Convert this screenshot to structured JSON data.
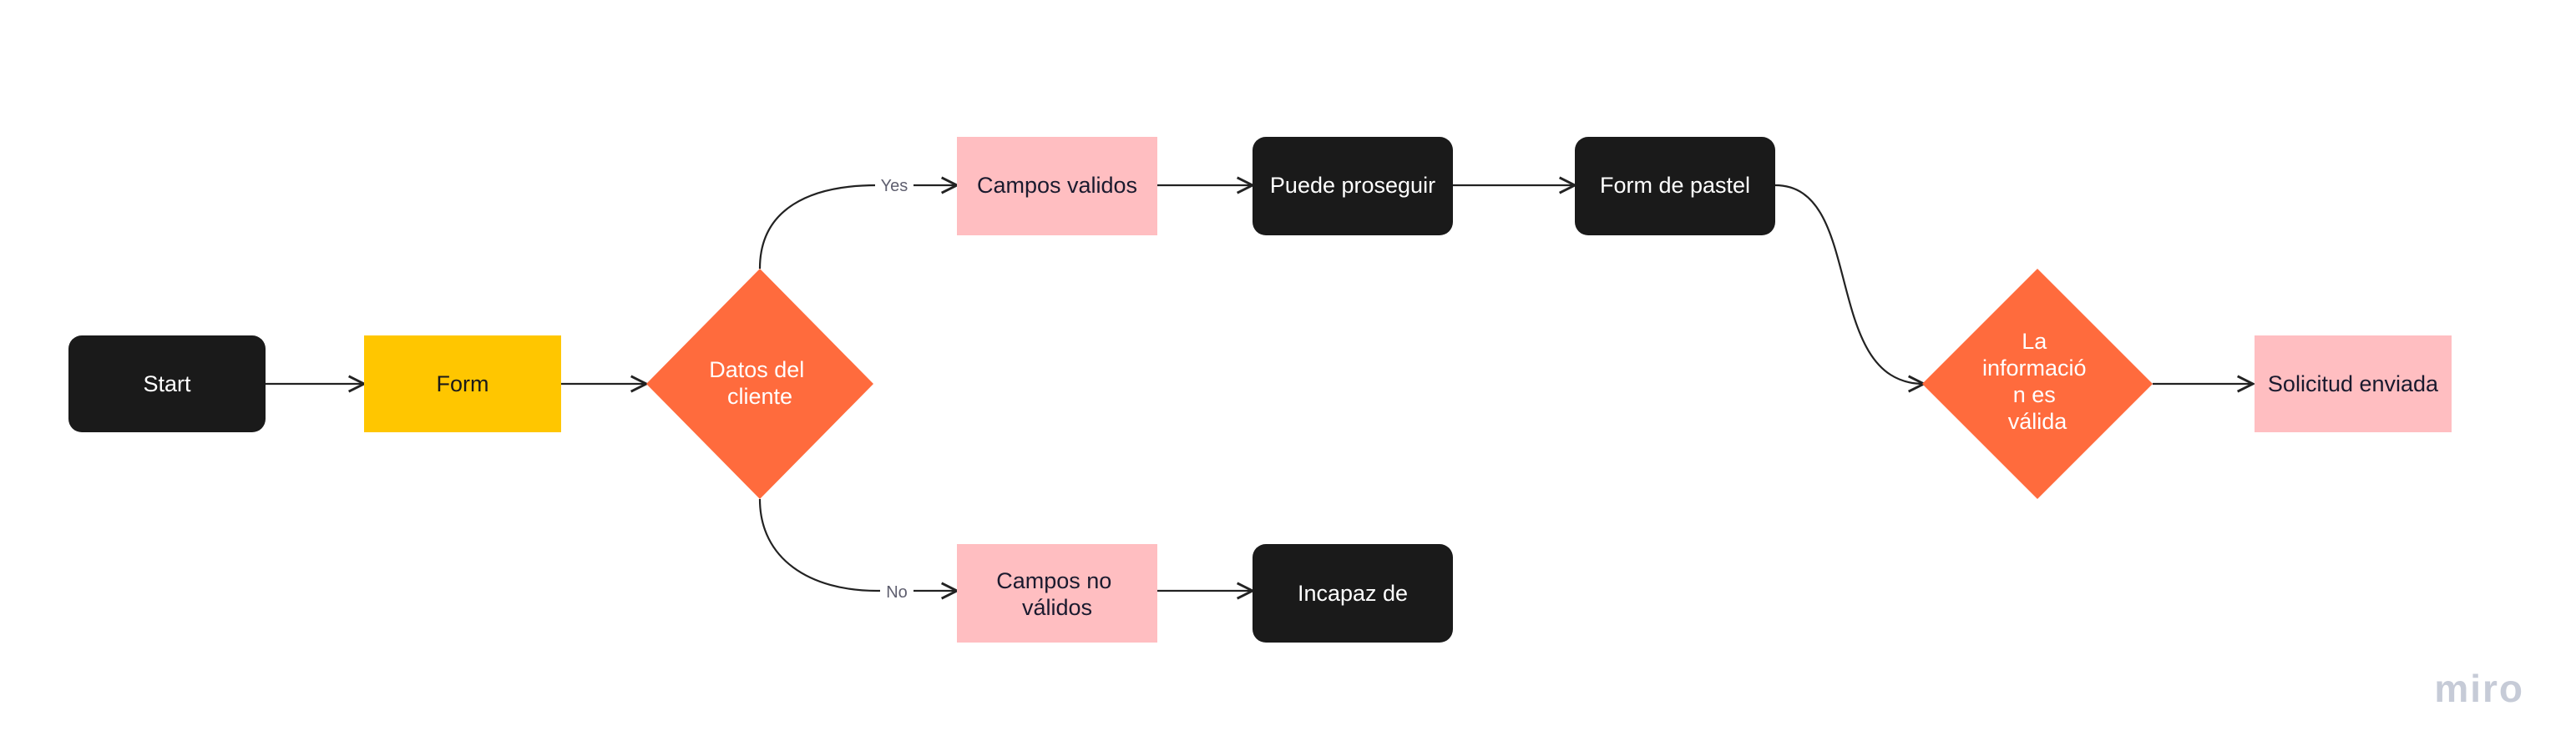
{
  "diagram": {
    "nodes": {
      "start": "Start",
      "form": "Form",
      "datos": [
        "Datos del",
        "cliente"
      ],
      "campos_validos": "Campos validos",
      "puede": "Puede proseguir",
      "pastel": "Form de pastel",
      "info": [
        "La",
        "informació",
        "n es",
        "válida"
      ],
      "solicitud": "Solicitud enviada",
      "campos_no": [
        "Campos no",
        "válidos"
      ],
      "incapaz": "Incapaz de"
    },
    "edge_labels": {
      "yes": "Yes",
      "no": "No"
    }
  },
  "watermark": "miro",
  "colors": {
    "dark": "#1a1a1a",
    "yellow": "#ffc600",
    "orange": "#ff6b3d",
    "pink": "#ffbec1",
    "line": "#222222"
  }
}
